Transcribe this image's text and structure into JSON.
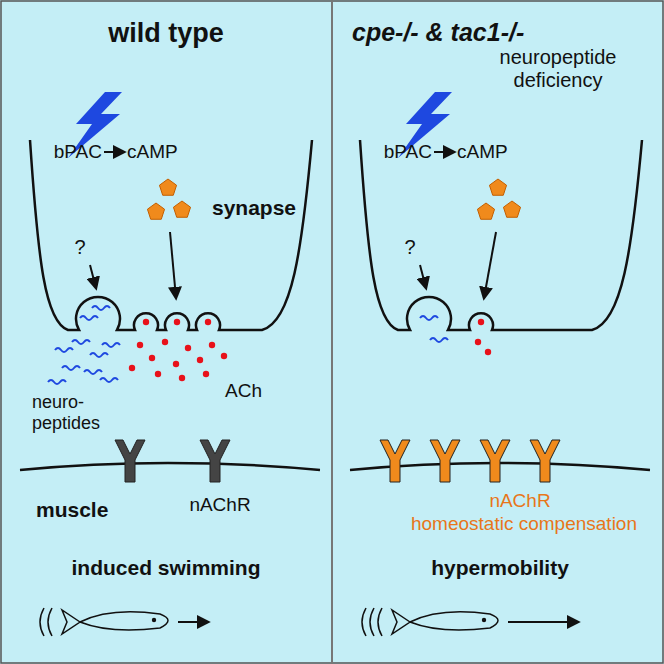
{
  "diagram": {
    "labels": [
      "wild type",
      "cpe-/- & tac1-/-",
      "neuropeptide deficiency",
      "bPAC",
      "cAMP",
      "synapse",
      "?",
      "neuro-peptides",
      "ACh",
      "muscle",
      "nAChR",
      "induced swimming",
      "bPAC",
      "cAMP",
      "?",
      "nAChR",
      "homeostatic compensation",
      "hypermobility"
    ]
  }
}
